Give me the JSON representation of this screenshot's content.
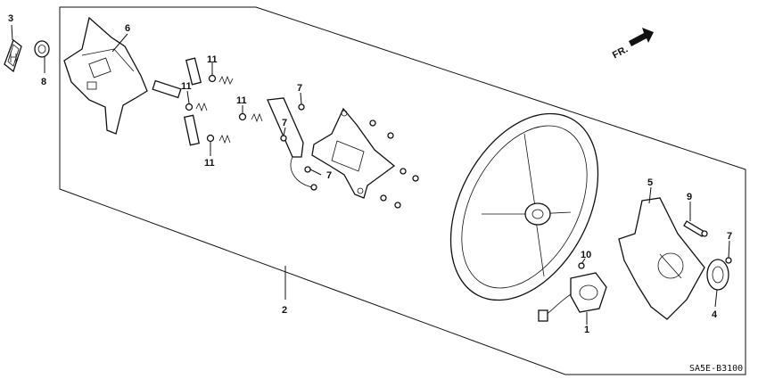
{
  "callouts": {
    "c1": "1",
    "c2": "2",
    "c3": "3",
    "c4": "4",
    "c5": "5",
    "c6": "6",
    "c7a": "7",
    "c7b": "7",
    "c7c": "7",
    "c7d": "7",
    "c8": "8",
    "c9": "9",
    "c10": "10",
    "c11a": "11",
    "c11b": "11",
    "c11c": "11",
    "c11d": "11"
  },
  "direction_label": "FR.",
  "diagram_code": "SA5E-B3100"
}
